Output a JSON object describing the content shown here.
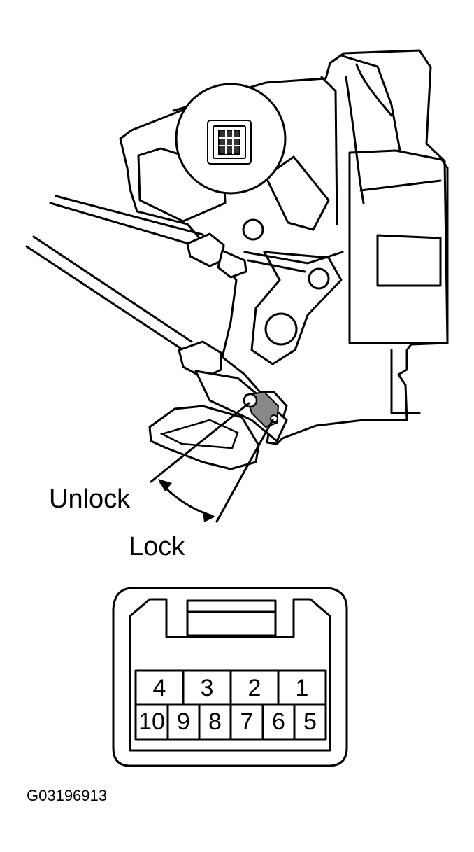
{
  "labels": {
    "unlock": "Unlock",
    "lock": "Lock",
    "figure_code": "G03196913"
  },
  "connector": {
    "top_row": [
      "4",
      "3",
      "2",
      "1"
    ],
    "bottom_row": [
      "10",
      "9",
      "8",
      "7",
      "6",
      "5"
    ]
  },
  "colors": {
    "line": "#000000",
    "background": "#ffffff"
  }
}
